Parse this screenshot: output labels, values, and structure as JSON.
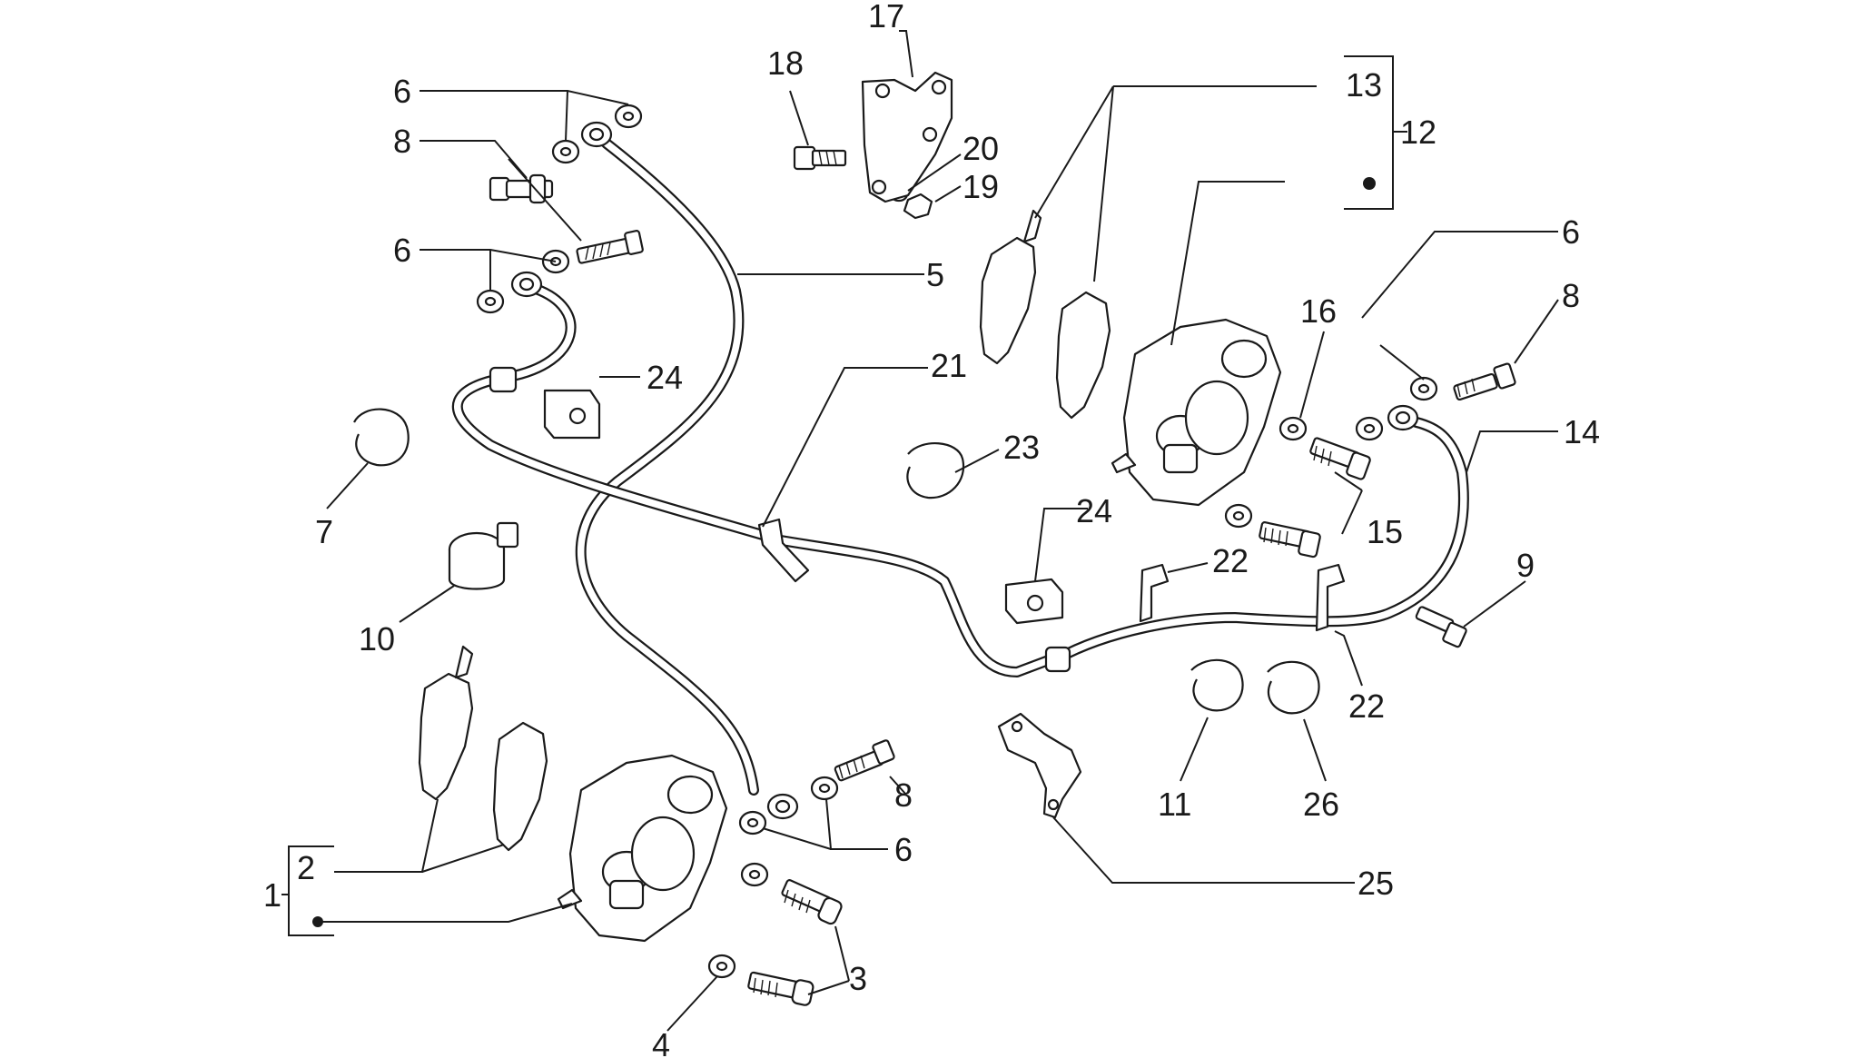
{
  "callouts": [
    {
      "id": "1",
      "text": "1"
    },
    {
      "id": "2",
      "text": "2"
    },
    {
      "id": "3",
      "text": "3"
    },
    {
      "id": "4",
      "text": "4"
    },
    {
      "id": "5",
      "text": "5"
    },
    {
      "id": "6a",
      "text": "6"
    },
    {
      "id": "6b",
      "text": "6"
    },
    {
      "id": "6c",
      "text": "6"
    },
    {
      "id": "6d",
      "text": "6"
    },
    {
      "id": "7",
      "text": "7"
    },
    {
      "id": "8a",
      "text": "8"
    },
    {
      "id": "8b",
      "text": "8"
    },
    {
      "id": "8c",
      "text": "8"
    },
    {
      "id": "9",
      "text": "9"
    },
    {
      "id": "10",
      "text": "10"
    },
    {
      "id": "11",
      "text": "11"
    },
    {
      "id": "12",
      "text": "12"
    },
    {
      "id": "13",
      "text": "13"
    },
    {
      "id": "14",
      "text": "14"
    },
    {
      "id": "15",
      "text": "15"
    },
    {
      "id": "16",
      "text": "16"
    },
    {
      "id": "17",
      "text": "17"
    },
    {
      "id": "18",
      "text": "18"
    },
    {
      "id": "19",
      "text": "19"
    },
    {
      "id": "20",
      "text": "20"
    },
    {
      "id": "21",
      "text": "21"
    },
    {
      "id": "22a",
      "text": "22"
    },
    {
      "id": "22b",
      "text": "22"
    },
    {
      "id": "23",
      "text": "23"
    },
    {
      "id": "24a",
      "text": "24"
    },
    {
      "id": "24b",
      "text": "24"
    },
    {
      "id": "25",
      "text": "25"
    },
    {
      "id": "26",
      "text": "26"
    }
  ]
}
